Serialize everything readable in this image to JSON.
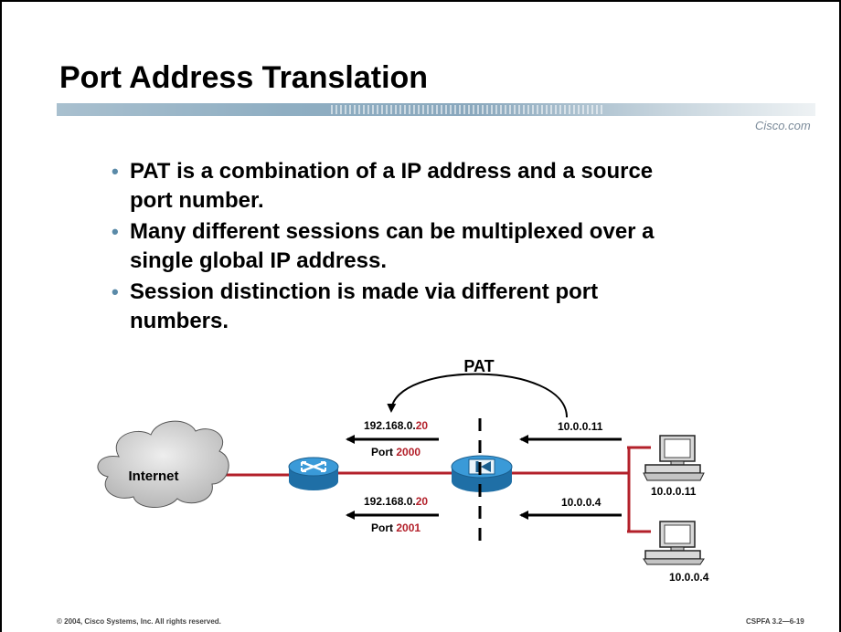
{
  "slide": {
    "title": "Port Address Translation",
    "brand": "Cisco.com",
    "bullets": [
      {
        "line1": "PAT is a combination of a IP address and a source",
        "line2": "port number."
      },
      {
        "line1": "Many different sessions can be multiplexed over a",
        "line2": "single global IP address."
      },
      {
        "line1": "Session distinction is made via different port",
        "line2": "numbers."
      }
    ],
    "footer_left": "© 2004, Cisco Systems, Inc. All rights reserved.",
    "footer_right": "CSPFA 3.2—6-19"
  },
  "diagram": {
    "pat_label": "PAT",
    "cloud_label": "Internet",
    "top_outside": {
      "ip_prefix": "192.168.0.",
      "ip_suffix": "20",
      "port_prefix": "Port ",
      "port_value": "2000"
    },
    "bottom_outside": {
      "ip_prefix": "192.168.0.",
      "ip_suffix": "20",
      "port_prefix": "Port ",
      "port_value": "2001"
    },
    "top_inside_ip": "10.0.0.11",
    "bottom_inside_ip": "10.0.0.4",
    "host_top_label": "10.0.0.11",
    "host_bottom_label": "10.0.0.4",
    "colors": {
      "link": "#b3202a",
      "highlight": "#b3202a",
      "router": "#2a88c8",
      "accent_bar": "#8aa8bd"
    }
  }
}
